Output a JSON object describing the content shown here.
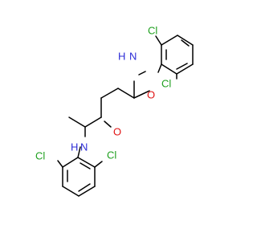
{
  "molecule": {
    "atoms": {
      "cl_top_left": "Cl",
      "cl_top_right": "Cl",
      "n_top": "N",
      "h_top": "H",
      "o_top": "O",
      "o_bottom": "O",
      "n_bottom": "N",
      "h_bottom": "H",
      "cl_bottom_left": "Cl",
      "cl_bottom_right": "Cl"
    }
  },
  "colors": {
    "bond": "#000000",
    "chlorine": "#1fa01f",
    "nitrogen": "#2b2bd6",
    "oxygen": "#e01414"
  }
}
